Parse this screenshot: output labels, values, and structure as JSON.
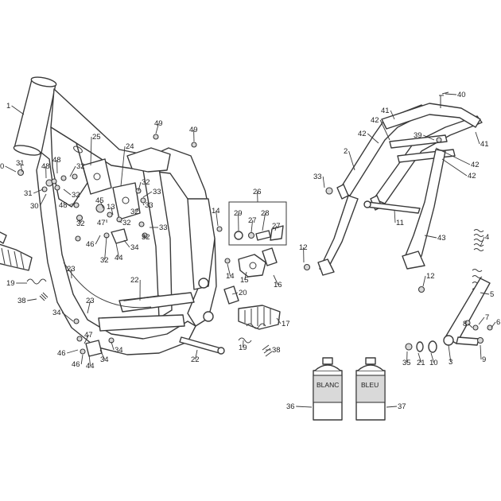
{
  "diagram": {
    "callouts": [
      {
        "id": "c1",
        "text": "1"
      },
      {
        "id": "c30a",
        "text": "0"
      },
      {
        "id": "c31a",
        "text": "31"
      },
      {
        "id": "c48a",
        "text": "48"
      },
      {
        "id": "c48b",
        "text": "48"
      },
      {
        "id": "c32a",
        "text": "32"
      },
      {
        "id": "c31b",
        "text": "31"
      },
      {
        "id": "c32b",
        "text": "32"
      },
      {
        "id": "c30b",
        "text": "30"
      },
      {
        "id": "c48c",
        "text": "48"
      },
      {
        "id": "c32c",
        "text": "32"
      },
      {
        "id": "c25",
        "text": "25"
      },
      {
        "id": "c24",
        "text": "24"
      },
      {
        "id": "c45",
        "text": "45"
      },
      {
        "id": "c13",
        "text": "13"
      },
      {
        "id": "c47a",
        "text": "47"
      },
      {
        "id": "c32d",
        "text": "32"
      },
      {
        "id": "c46a",
        "text": "46"
      },
      {
        "id": "c44a",
        "text": "44"
      },
      {
        "id": "c34a",
        "text": "34"
      },
      {
        "id": "c32e",
        "text": "32"
      },
      {
        "id": "c33a",
        "text": "33"
      },
      {
        "id": "c32f",
        "text": "32"
      },
      {
        "id": "c33b",
        "text": "33"
      },
      {
        "id": "c32g",
        "text": "32"
      },
      {
        "id": "c33c",
        "text": "33"
      },
      {
        "id": "c32h",
        "text": "32"
      },
      {
        "id": "c49a",
        "text": "49"
      },
      {
        "id": "c49b",
        "text": "49"
      },
      {
        "id": "c23a",
        "text": "23"
      },
      {
        "id": "c22a",
        "text": "22"
      },
      {
        "id": "c23b",
        "text": "23"
      },
      {
        "id": "c19a",
        "text": "19"
      },
      {
        "id": "c38a",
        "text": "38"
      },
      {
        "id": "c34b",
        "text": "34"
      },
      {
        "id": "c47b",
        "text": "47"
      },
      {
        "id": "c46b",
        "text": "46"
      },
      {
        "id": "c46c",
        "text": "46"
      },
      {
        "id": "c44b",
        "text": "44"
      },
      {
        "id": "c34c",
        "text": "34"
      },
      {
        "id": "c34d",
        "text": "34"
      },
      {
        "id": "c22b",
        "text": "22"
      },
      {
        "id": "c26",
        "text": "26"
      },
      {
        "id": "c14a",
        "text": "14"
      },
      {
        "id": "c29",
        "text": "29"
      },
      {
        "id": "c27a",
        "text": "27"
      },
      {
        "id": "c28",
        "text": "28"
      },
      {
        "id": "c27b",
        "text": "27"
      },
      {
        "id": "c14b",
        "text": "14"
      },
      {
        "id": "c15",
        "text": "15"
      },
      {
        "id": "c16",
        "text": "16"
      },
      {
        "id": "c20",
        "text": "20"
      },
      {
        "id": "c17",
        "text": "17"
      },
      {
        "id": "c19b",
        "text": "19"
      },
      {
        "id": "c38b",
        "text": "38"
      },
      {
        "id": "c40",
        "text": "40"
      },
      {
        "id": "c41a",
        "text": "41"
      },
      {
        "id": "c42a",
        "text": "42"
      },
      {
        "id": "c42b",
        "text": "42"
      },
      {
        "id": "c39",
        "text": "39"
      },
      {
        "id": "c41b",
        "text": "41"
      },
      {
        "id": "c2",
        "text": "2"
      },
      {
        "id": "c42c",
        "text": "42"
      },
      {
        "id": "c42d",
        "text": "42"
      },
      {
        "id": "c33d",
        "text": "33"
      },
      {
        "id": "c11",
        "text": "11"
      },
      {
        "id": "c43",
        "text": "43"
      },
      {
        "id": "c12a",
        "text": "12"
      },
      {
        "id": "c12b",
        "text": "12"
      },
      {
        "id": "c4",
        "text": "4"
      },
      {
        "id": "c5",
        "text": "5"
      },
      {
        "id": "c7",
        "text": "7"
      },
      {
        "id": "c8",
        "text": "8"
      },
      {
        "id": "c6",
        "text": "6"
      },
      {
        "id": "c35",
        "text": "35"
      },
      {
        "id": "c21",
        "text": "21"
      },
      {
        "id": "c10",
        "text": "10"
      },
      {
        "id": "c3",
        "text": "3"
      },
      {
        "id": "c9",
        "text": "9"
      },
      {
        "id": "c36",
        "text": "36"
      },
      {
        "id": "c37",
        "text": "37"
      }
    ],
    "paint_cans": {
      "white_label": "BLANC",
      "blue_label": "BLEU"
    }
  }
}
